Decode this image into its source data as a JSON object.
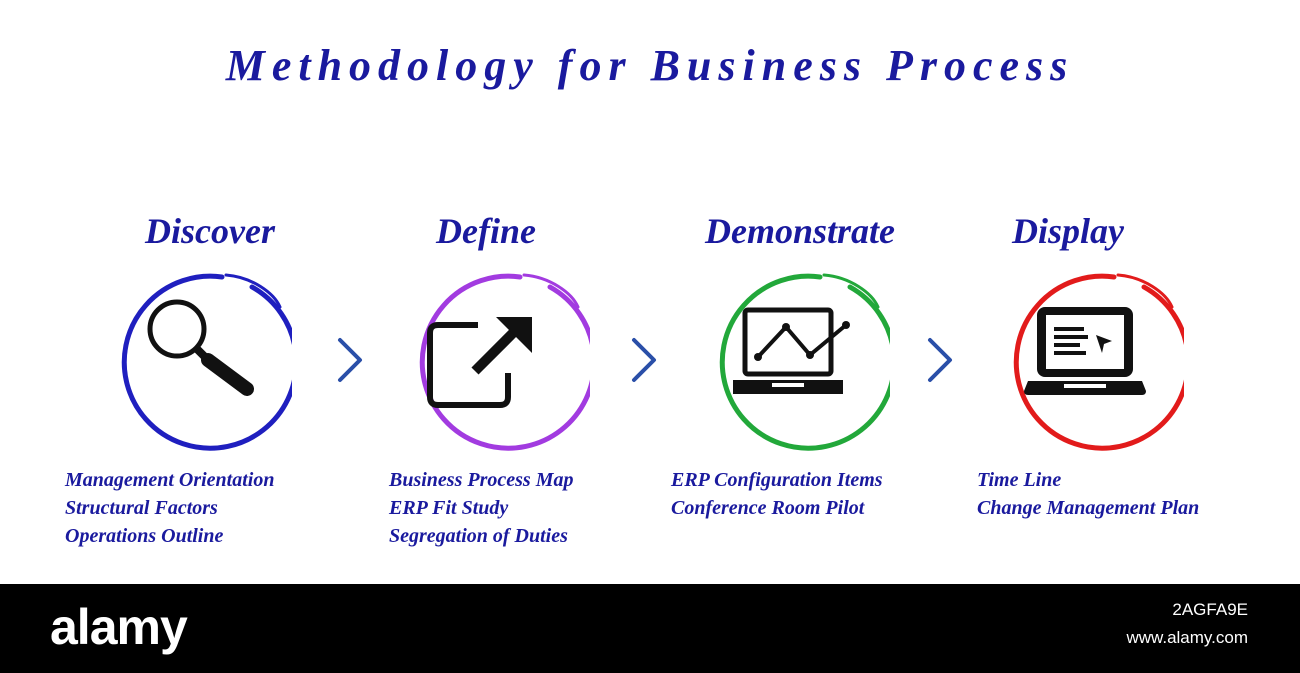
{
  "title": "Methodology for Business Process",
  "steps": [
    {
      "title": "Discover",
      "icon": "magnifier-icon",
      "color": "#1f1fbf",
      "items": [
        "Management Orientation",
        "Structural Factors",
        "Operations Outline"
      ]
    },
    {
      "title": "Define",
      "icon": "external-link-arrow-icon",
      "color": "#a23be0",
      "items": [
        "Business Process Map",
        "ERP Fit Study",
        "Segregation of Duties"
      ]
    },
    {
      "title": "Demonstrate",
      "icon": "laptop-line-chart-icon",
      "color": "#22a83a",
      "items": [
        "ERP Configuration Items",
        "Conference Room Pilot"
      ]
    },
    {
      "title": "Display",
      "icon": "laptop-presentation-icon",
      "color": "#e21b1b",
      "items": [
        "Time Line",
        "Change Management Plan"
      ]
    }
  ],
  "arrow_color": "#2a4fa8",
  "footer": {
    "brand": "alamy",
    "image_id": "2AGFA9E",
    "site": "www.alamy.com"
  }
}
